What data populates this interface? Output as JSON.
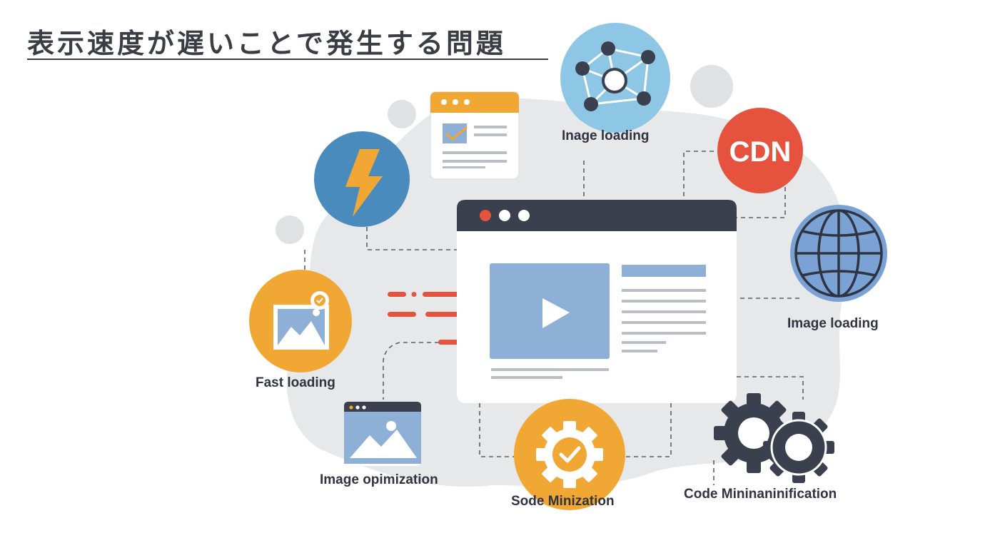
{
  "title": "表示速度が遅いことで発生する問題",
  "labels": {
    "network": "Inage loading",
    "globe": "Image loading",
    "fast": "Fast loading",
    "image_opt": "Image opimization",
    "sode": "Sode Minization",
    "code": "Code Mininaninification"
  },
  "cdn_text": "CDN",
  "icons": [
    "network-icon",
    "cdn-icon",
    "globe-icon",
    "lightning-icon",
    "image-icon",
    "gear-check-icon",
    "gears-icon",
    "browser-window-icon",
    "checklist-window-icon",
    "play-icon"
  ],
  "colors": {
    "blob": "#e7e8ea",
    "dark": "#3a404d",
    "orange": "#f0a734",
    "blue_light": "#8ec6e6",
    "blue_dark": "#4a8bbd",
    "red": "#e5533f",
    "globe": "#7aa2d4",
    "media": "#8fb0d6"
  }
}
